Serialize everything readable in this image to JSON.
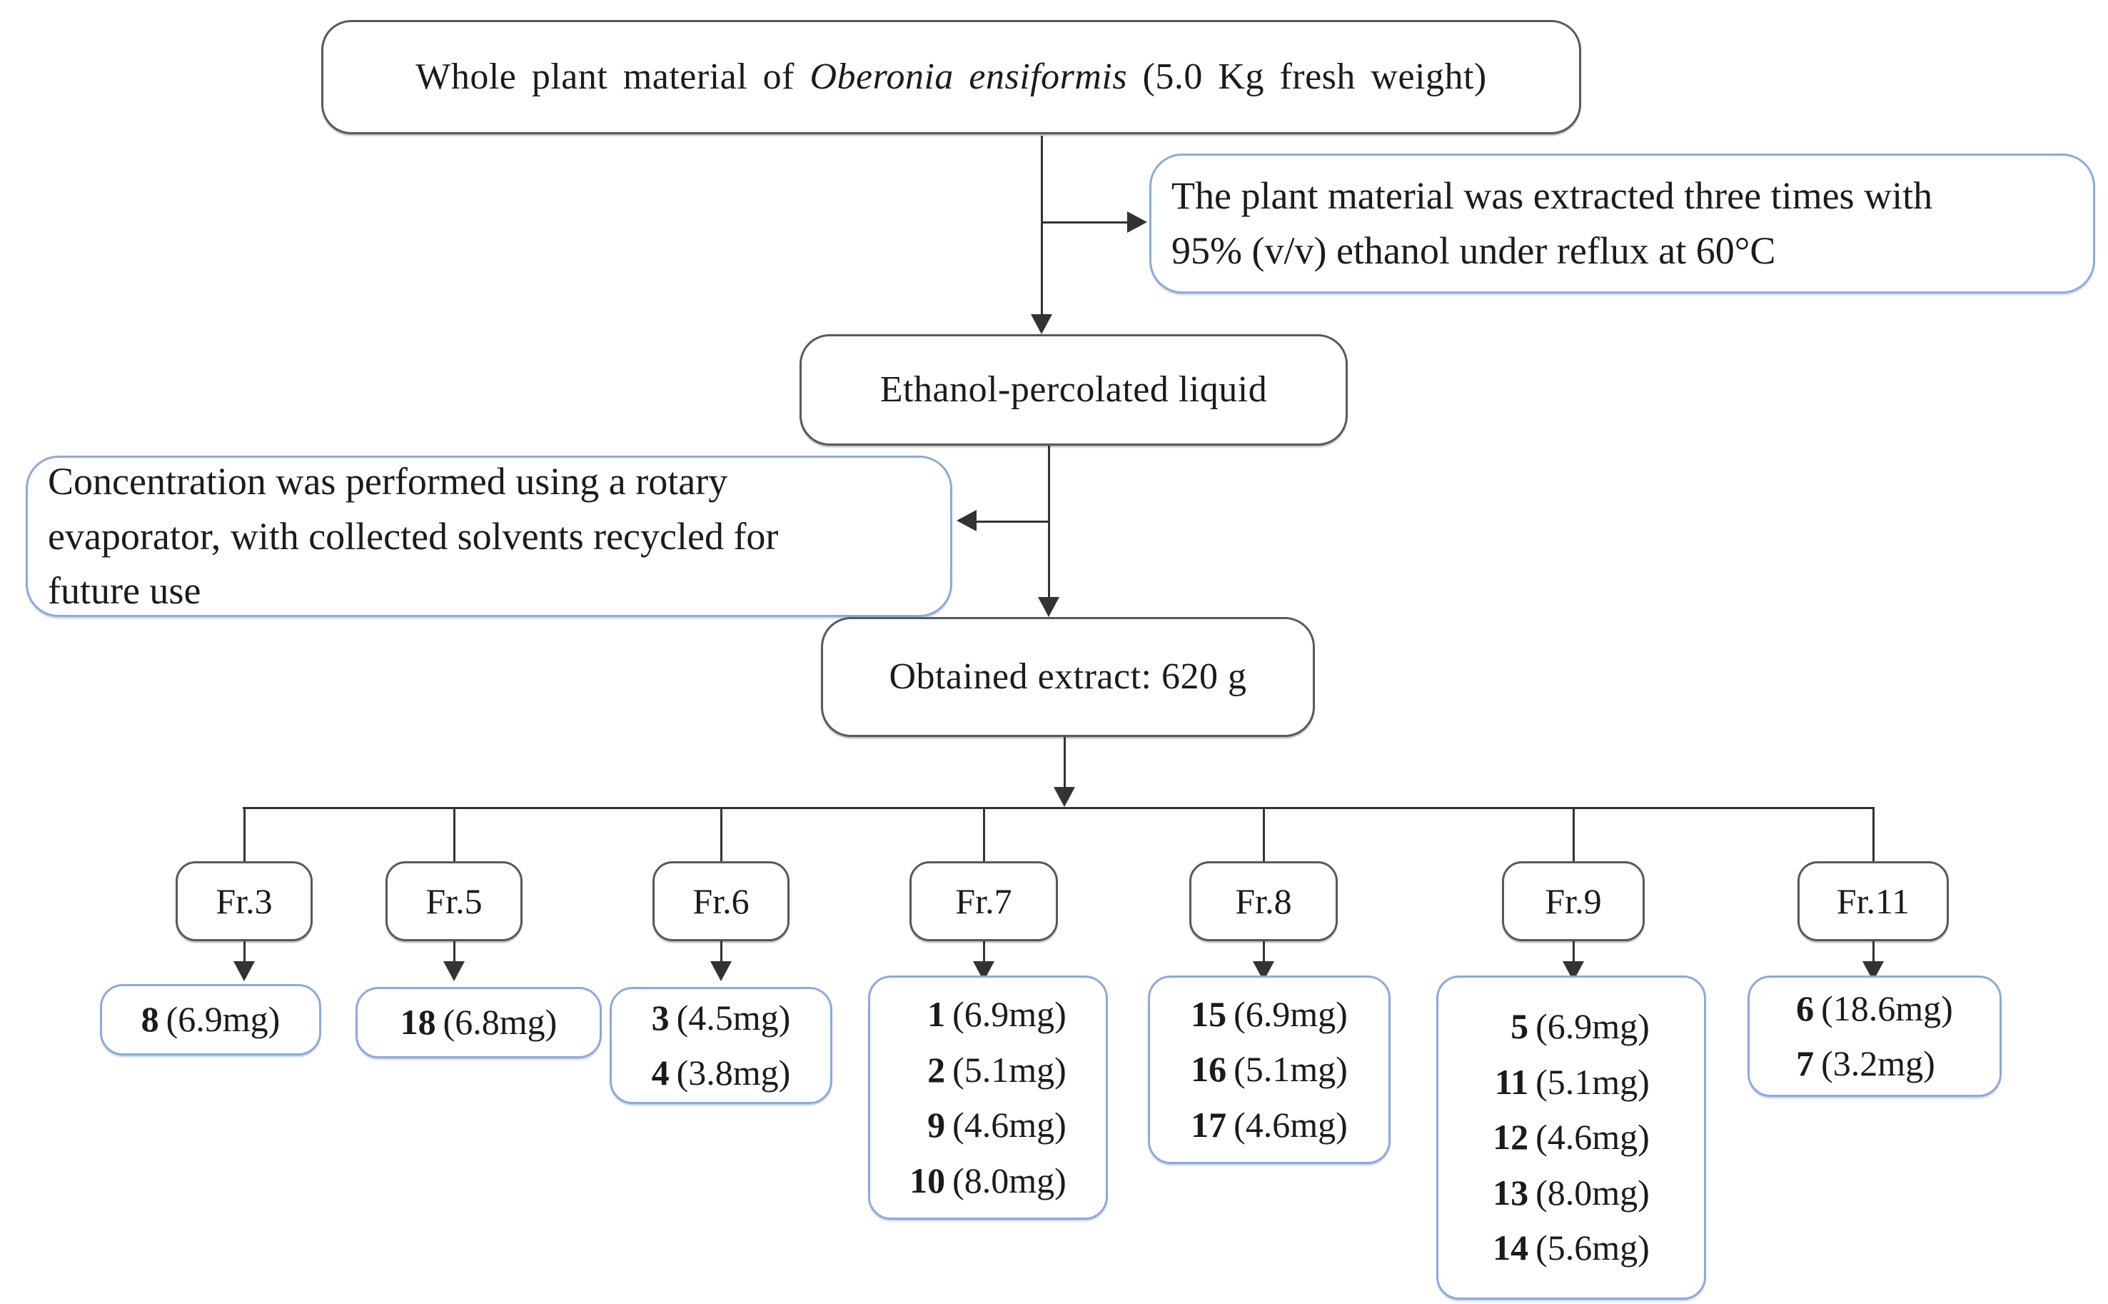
{
  "whole_plant": {
    "prefix": "Whole plant material of ",
    "species": "Oberonia ensiformis",
    "suffix": " (5.0 Kg fresh weight)"
  },
  "notes": {
    "extraction": {
      "lines": [
        "The plant material was extracted three times with",
        "95% (v/v) ethanol under reflux at 60°C"
      ]
    },
    "concentration": {
      "lines": [
        "Concentration was performed using a rotary",
        "evaporator, with collected solvents recycled for",
        "future use"
      ]
    }
  },
  "nodes": {
    "ethanol": "Ethanol-percolated liquid",
    "extract": "Obtained extract: 620 g"
  },
  "fractions": [
    {
      "label": "Fr.3",
      "compounds": [
        {
          "id": "8",
          "amount": "(6.9mg)"
        }
      ]
    },
    {
      "label": "Fr.5",
      "compounds": [
        {
          "id": "18",
          "amount": "(6.8mg)"
        }
      ]
    },
    {
      "label": "Fr.6",
      "compounds": [
        {
          "id": "3",
          "amount": "(4.5mg)"
        },
        {
          "id": "4",
          "amount": "(3.8mg)"
        }
      ]
    },
    {
      "label": "Fr.7",
      "compounds": [
        {
          "id": "1",
          "amount": "(6.9mg)"
        },
        {
          "id": "2",
          "amount": "(5.1mg)"
        },
        {
          "id": "9",
          "amount": "(4.6mg)"
        },
        {
          "id": "10",
          "amount": "(8.0mg)"
        }
      ]
    },
    {
      "label": "Fr.8",
      "compounds": [
        {
          "id": "15",
          "amount": "(6.9mg)"
        },
        {
          "id": "16",
          "amount": "(5.1mg)"
        },
        {
          "id": "17",
          "amount": "(4.6mg)"
        }
      ]
    },
    {
      "label": "Fr.9",
      "compounds": [
        {
          "id": "5",
          "amount": "(6.9mg)"
        },
        {
          "id": "11",
          "amount": "(5.1mg)"
        },
        {
          "id": "12",
          "amount": "(4.6mg)"
        },
        {
          "id": "13",
          "amount": "(8.0mg)"
        },
        {
          "id": "14",
          "amount": "(5.6mg)"
        }
      ]
    },
    {
      "label": "Fr.11",
      "compounds": [
        {
          "id": "6",
          "amount": "(18.6mg)"
        },
        {
          "id": "7",
          "amount": "(3.2mg)"
        }
      ]
    }
  ],
  "colors": {
    "node_border": "#595959",
    "note_border": "#8EA9DB",
    "line": "#333333",
    "text": "#1b1b1b"
  }
}
